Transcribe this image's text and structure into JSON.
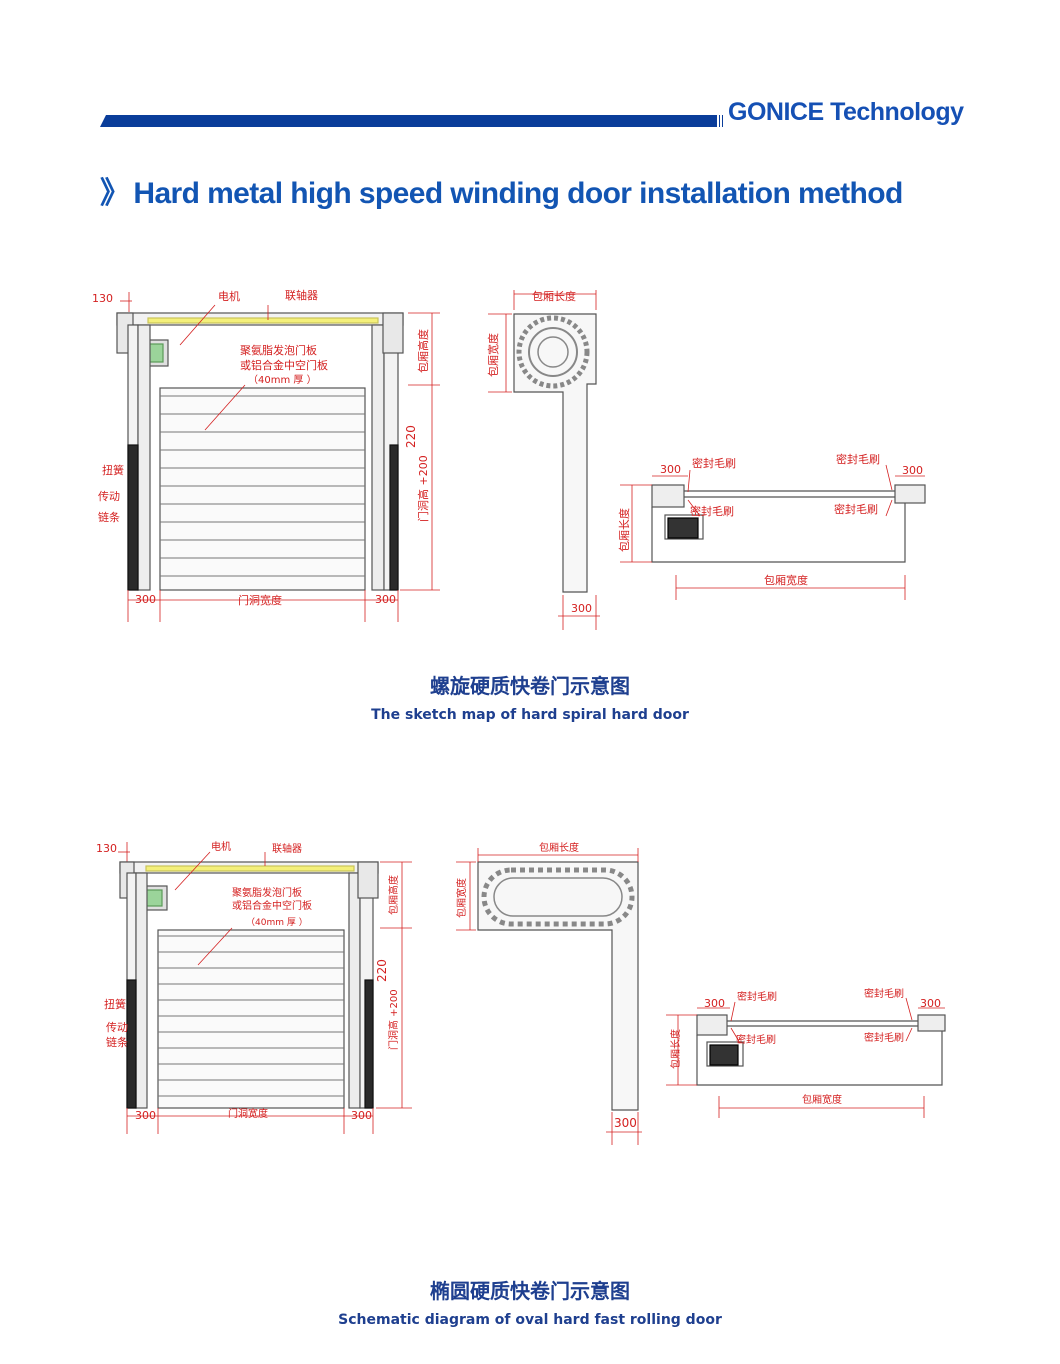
{
  "header": {
    "brand": "GONICE Technology"
  },
  "page": {
    "title_marker": "》",
    "title": "Hard metal high speed winding door installation method"
  },
  "colors": {
    "brand_blue": "#1255b3",
    "bar_blue": "#0a3d9a",
    "dimension_red": "#d42020",
    "caption_blue": "#1e3f8f"
  },
  "diagrams": [
    {
      "caption_cn": "螺旋硬质快卷门示意图",
      "caption_en": "The sketch map of hard spiral hard door",
      "labels": {
        "dim_130": "130",
        "motor": "电机",
        "coupling": "联轴器",
        "panel_line1": "聚氨脂发泡门板",
        "panel_line2": "或铝合金中空门板",
        "panel_line3": "（40mm 厚 ）",
        "box_height": "包厢高度",
        "dim_220": "220",
        "door_height": "门洞高 +200",
        "spring": "扭簧",
        "drive": "传动",
        "chain": "链条",
        "dim_300_left": "300",
        "opening_width": "门洞宽度",
        "dim_300_right": "300",
        "box_length": "包厢长度",
        "box_width_v": "包厢宽度",
        "dim_300_side": "300",
        "plan_300_left": "300",
        "plan_300_right": "300",
        "brush_top_left": "密封毛刷",
        "brush_top_right": "密封毛刷",
        "brush_bottom_left": "密封毛刷",
        "brush_bottom_right": "密封毛刷",
        "plan_box_length": "包厢长度",
        "plan_box_width": "包厢宽度"
      }
    },
    {
      "caption_cn": "椭圆硬质快卷门示意图",
      "caption_en": "Schematic diagram of oval hard fast rolling door",
      "labels": {
        "dim_130": "130",
        "motor": "电机",
        "coupling": "联轴器",
        "panel_line1": "聚氨脂发泡门板",
        "panel_line2": "或铝合金中空门板",
        "panel_line3": "（40mm 厚 ）",
        "box_height": "包厢高度",
        "dim_220": "220",
        "door_height": "门洞高 +200",
        "spring": "扭簧",
        "drive": "传动",
        "chain": "链条",
        "dim_300_left": "300",
        "opening_width": "门洞宽度",
        "dim_300_right": "300",
        "box_length": "包厢长度",
        "box_width_v": "包厢宽度",
        "dim_300_side": "300",
        "plan_300_left": "300",
        "plan_300_right": "300",
        "brush_top_left": "密封毛刷",
        "brush_top_right": "密封毛刷",
        "brush_bottom_left": "密封毛刷",
        "brush_bottom_right": "密封毛刷",
        "plan_box_length": "包厢长度",
        "plan_box_width": "包厢宽度"
      }
    }
  ]
}
